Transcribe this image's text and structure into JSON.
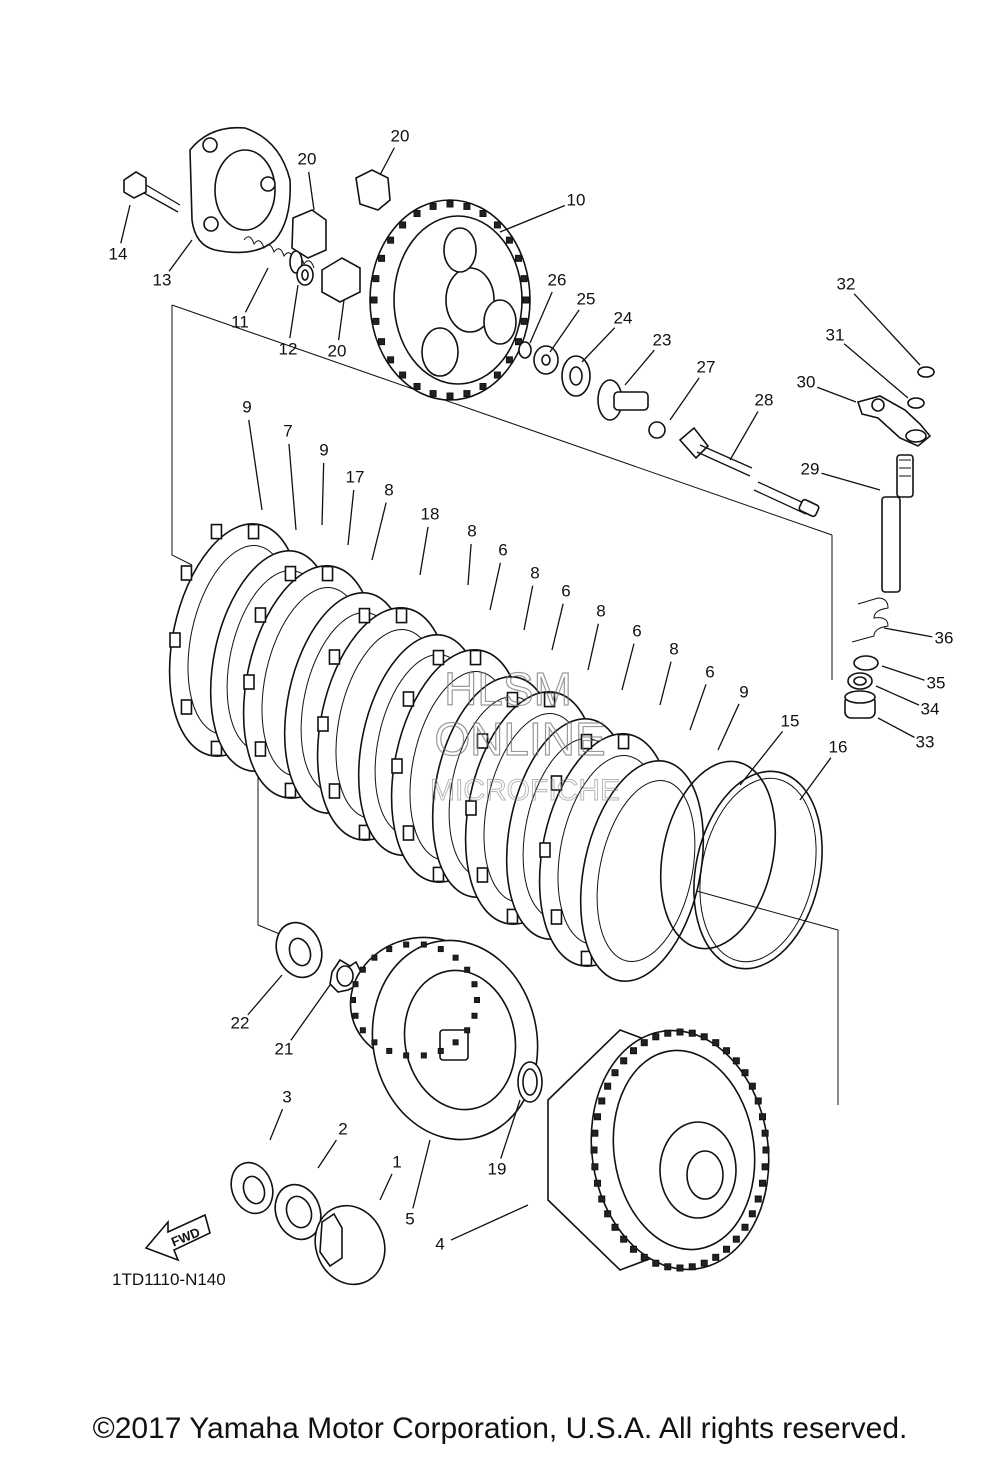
{
  "diagram": {
    "callouts": [
      {
        "id": "c1",
        "text": "1"
      },
      {
        "id": "c2",
        "text": "2"
      },
      {
        "id": "c3",
        "text": "3"
      },
      {
        "id": "c4",
        "text": "4"
      },
      {
        "id": "c5",
        "text": "5"
      },
      {
        "id": "c6a",
        "text": "6"
      },
      {
        "id": "c6b",
        "text": "6"
      },
      {
        "id": "c6c",
        "text": "6"
      },
      {
        "id": "c6d",
        "text": "6"
      },
      {
        "id": "c7",
        "text": "7"
      },
      {
        "id": "c8a",
        "text": "8"
      },
      {
        "id": "c8b",
        "text": "8"
      },
      {
        "id": "c8c",
        "text": "8"
      },
      {
        "id": "c8d",
        "text": "8"
      },
      {
        "id": "c8e",
        "text": "8"
      },
      {
        "id": "c9a",
        "text": "9"
      },
      {
        "id": "c9b",
        "text": "9"
      },
      {
        "id": "c9c",
        "text": "9"
      },
      {
        "id": "c10",
        "text": "10"
      },
      {
        "id": "c11",
        "text": "11"
      },
      {
        "id": "c12",
        "text": "12"
      },
      {
        "id": "c13",
        "text": "13"
      },
      {
        "id": "c14",
        "text": "14"
      },
      {
        "id": "c15",
        "text": "15"
      },
      {
        "id": "c16",
        "text": "16"
      },
      {
        "id": "c17",
        "text": "17"
      },
      {
        "id": "c18",
        "text": "18"
      },
      {
        "id": "c19",
        "text": "19"
      },
      {
        "id": "c20a",
        "text": "20"
      },
      {
        "id": "c20b",
        "text": "20"
      },
      {
        "id": "c20c",
        "text": "20"
      },
      {
        "id": "c21",
        "text": "21"
      },
      {
        "id": "c22",
        "text": "22"
      },
      {
        "id": "c23",
        "text": "23"
      },
      {
        "id": "c24",
        "text": "24"
      },
      {
        "id": "c25",
        "text": "25"
      },
      {
        "id": "c26",
        "text": "26"
      },
      {
        "id": "c27",
        "text": "27"
      },
      {
        "id": "c28",
        "text": "28"
      },
      {
        "id": "c29",
        "text": "29"
      },
      {
        "id": "c30",
        "text": "30"
      },
      {
        "id": "c31",
        "text": "31"
      },
      {
        "id": "c32",
        "text": "32"
      },
      {
        "id": "c33",
        "text": "33"
      },
      {
        "id": "c34",
        "text": "34"
      },
      {
        "id": "c35",
        "text": "35"
      },
      {
        "id": "c36",
        "text": "36"
      }
    ],
    "fwd_label": "FWD",
    "drawing_code": "1TD1110-N140",
    "watermark": [
      "HLSM",
      "ONLINE",
      "MICROFICHE"
    ],
    "copyright": "©2017 Yamaha Motor Corporation, U.S.A. All rights reserved."
  }
}
